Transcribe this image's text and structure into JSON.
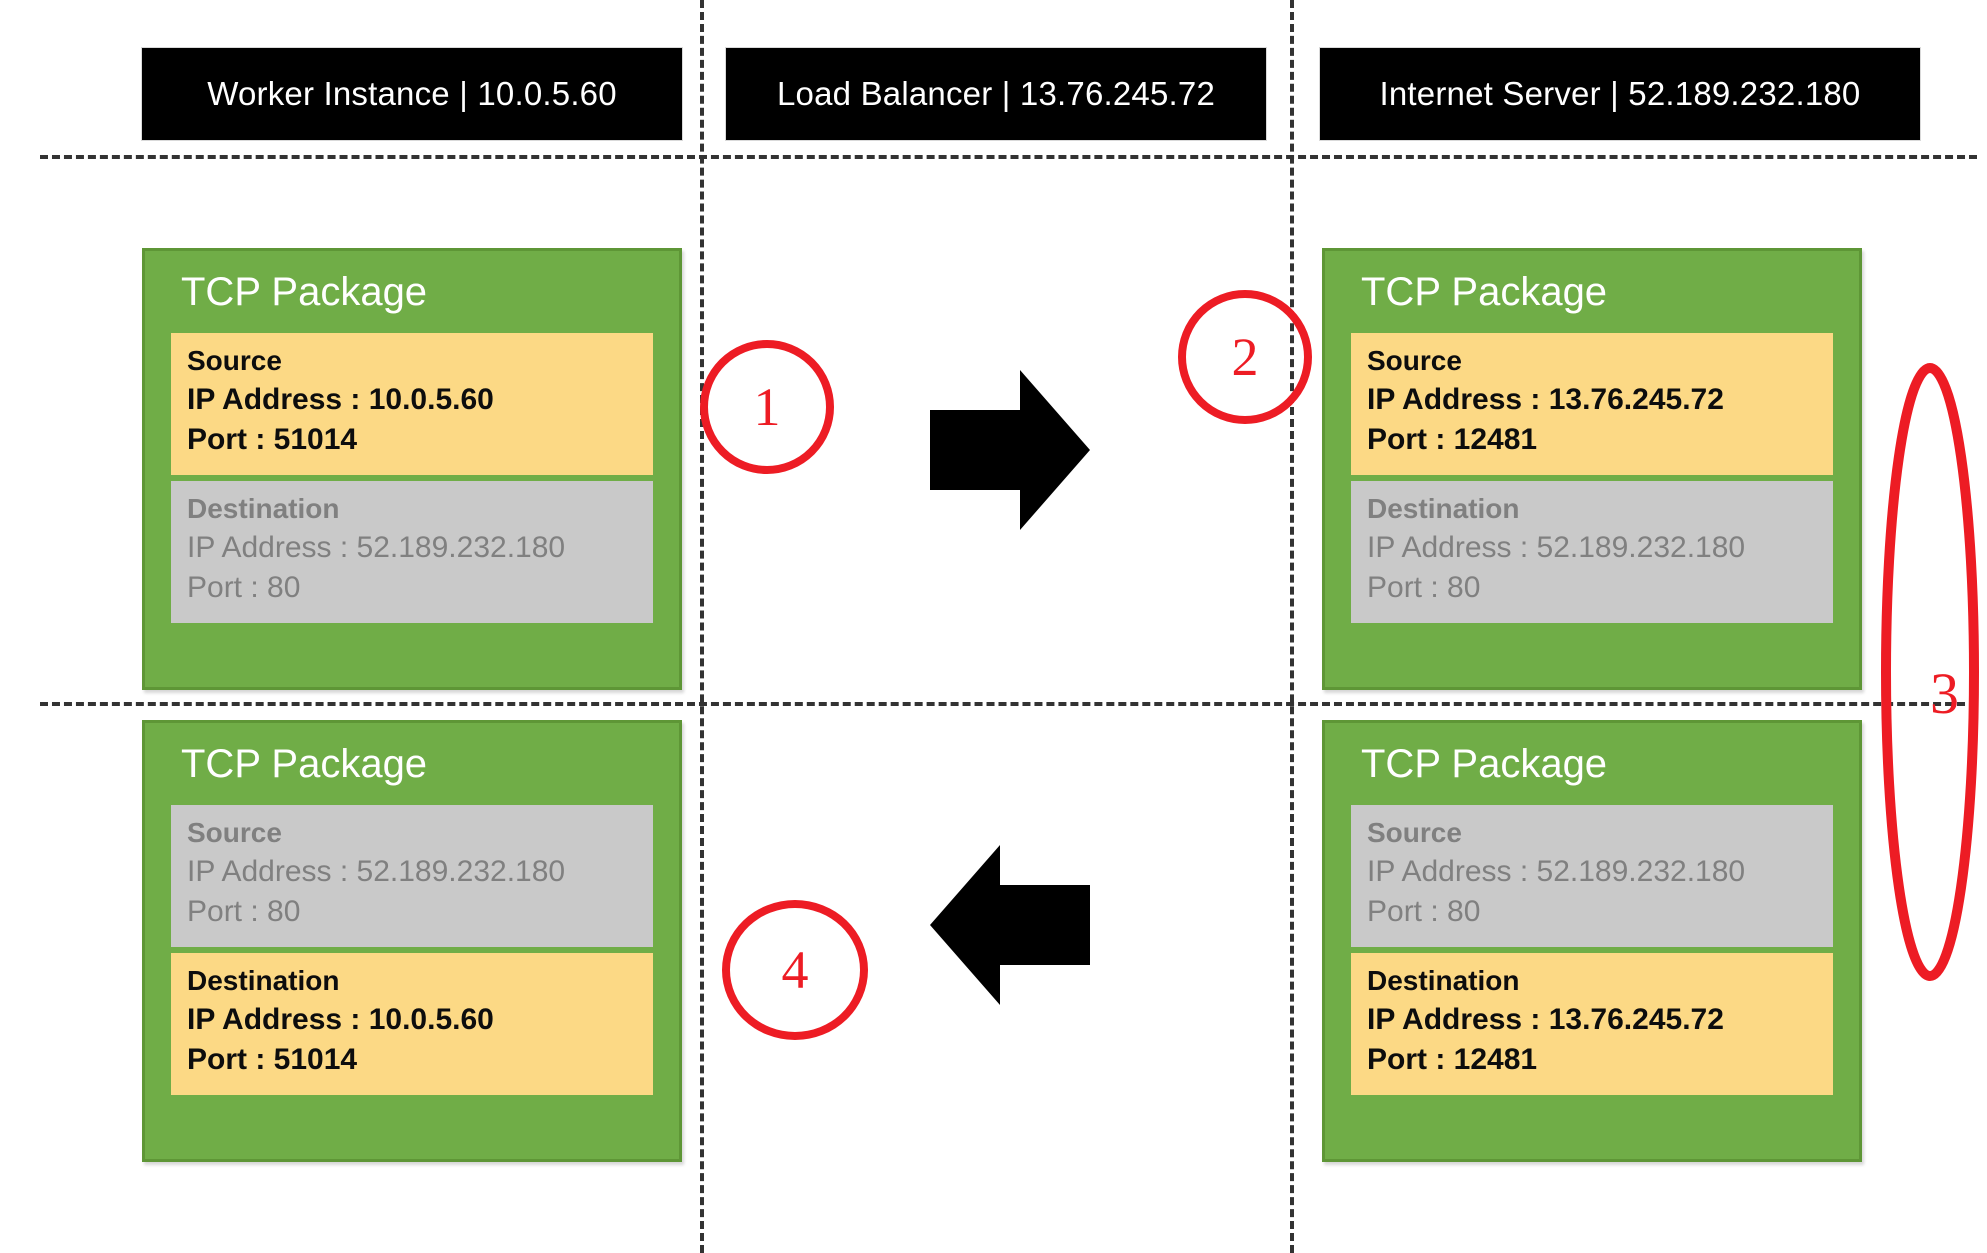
{
  "diagram": {
    "title": "TCP Package flow through Load Balancer (SNAT)",
    "colors": {
      "package_fill": "#70AD47",
      "package_border": "#5E9636",
      "active_block": "#FCD985",
      "passive_block": "#C9C9C9",
      "marker_red": "#ED1C24",
      "header_bar": "#000000",
      "divider": "#333333"
    }
  },
  "headers": [
    {
      "id": "worker-instance",
      "label": "Worker Instance | 10.0.5.60"
    },
    {
      "id": "load-balancer",
      "label": "Load Balancer | 13.76.245.72"
    },
    {
      "id": "internet-server",
      "label": "Internet Server | 52.189.232.180"
    }
  ],
  "packages": [
    {
      "id": "outbound-worker",
      "title": "TCP Package",
      "blocks": [
        {
          "kind": "active",
          "label": "Source",
          "ip_line": "IP Address : 10.0.5.60",
          "port_line": "Port :  51014"
        },
        {
          "kind": "passive",
          "label": "Destination",
          "ip_line": "IP Address : 52.189.232.180",
          "port_line": "Port :  80"
        }
      ]
    },
    {
      "id": "outbound-server",
      "title": "TCP Package",
      "blocks": [
        {
          "kind": "active",
          "label": "Source",
          "ip_line": "IP Address : 13.76.245.72",
          "port_line": "Port :  12481"
        },
        {
          "kind": "passive",
          "label": "Destination",
          "ip_line": "IP Address : 52.189.232.180",
          "port_line": "Port :  80"
        }
      ]
    },
    {
      "id": "inbound-worker",
      "title": "TCP Package",
      "blocks": [
        {
          "kind": "passive",
          "label": "Source",
          "ip_line": "IP Address : 52.189.232.180",
          "port_line": "Port :  80"
        },
        {
          "kind": "active",
          "label": "Destination",
          "ip_line": "IP Address : 10.0.5.60",
          "port_line": "Port :  51014"
        }
      ]
    },
    {
      "id": "inbound-server",
      "title": "TCP Package",
      "blocks": [
        {
          "kind": "passive",
          "label": "Source",
          "ip_line": "IP Address : 52.189.232.180",
          "port_line": "Port :  80"
        },
        {
          "kind": "active",
          "label": "Destination",
          "ip_line": "IP Address : 13.76.245.72",
          "port_line": "Port :  12481"
        }
      ]
    }
  ],
  "markers": [
    {
      "id": "step-1",
      "label": "1"
    },
    {
      "id": "step-2",
      "label": "2"
    },
    {
      "id": "step-3",
      "label": "3"
    },
    {
      "id": "step-4",
      "label": "4"
    }
  ],
  "arrows": [
    {
      "id": "arrow-outbound",
      "direction": "right"
    },
    {
      "id": "arrow-inbound",
      "direction": "left"
    }
  ]
}
